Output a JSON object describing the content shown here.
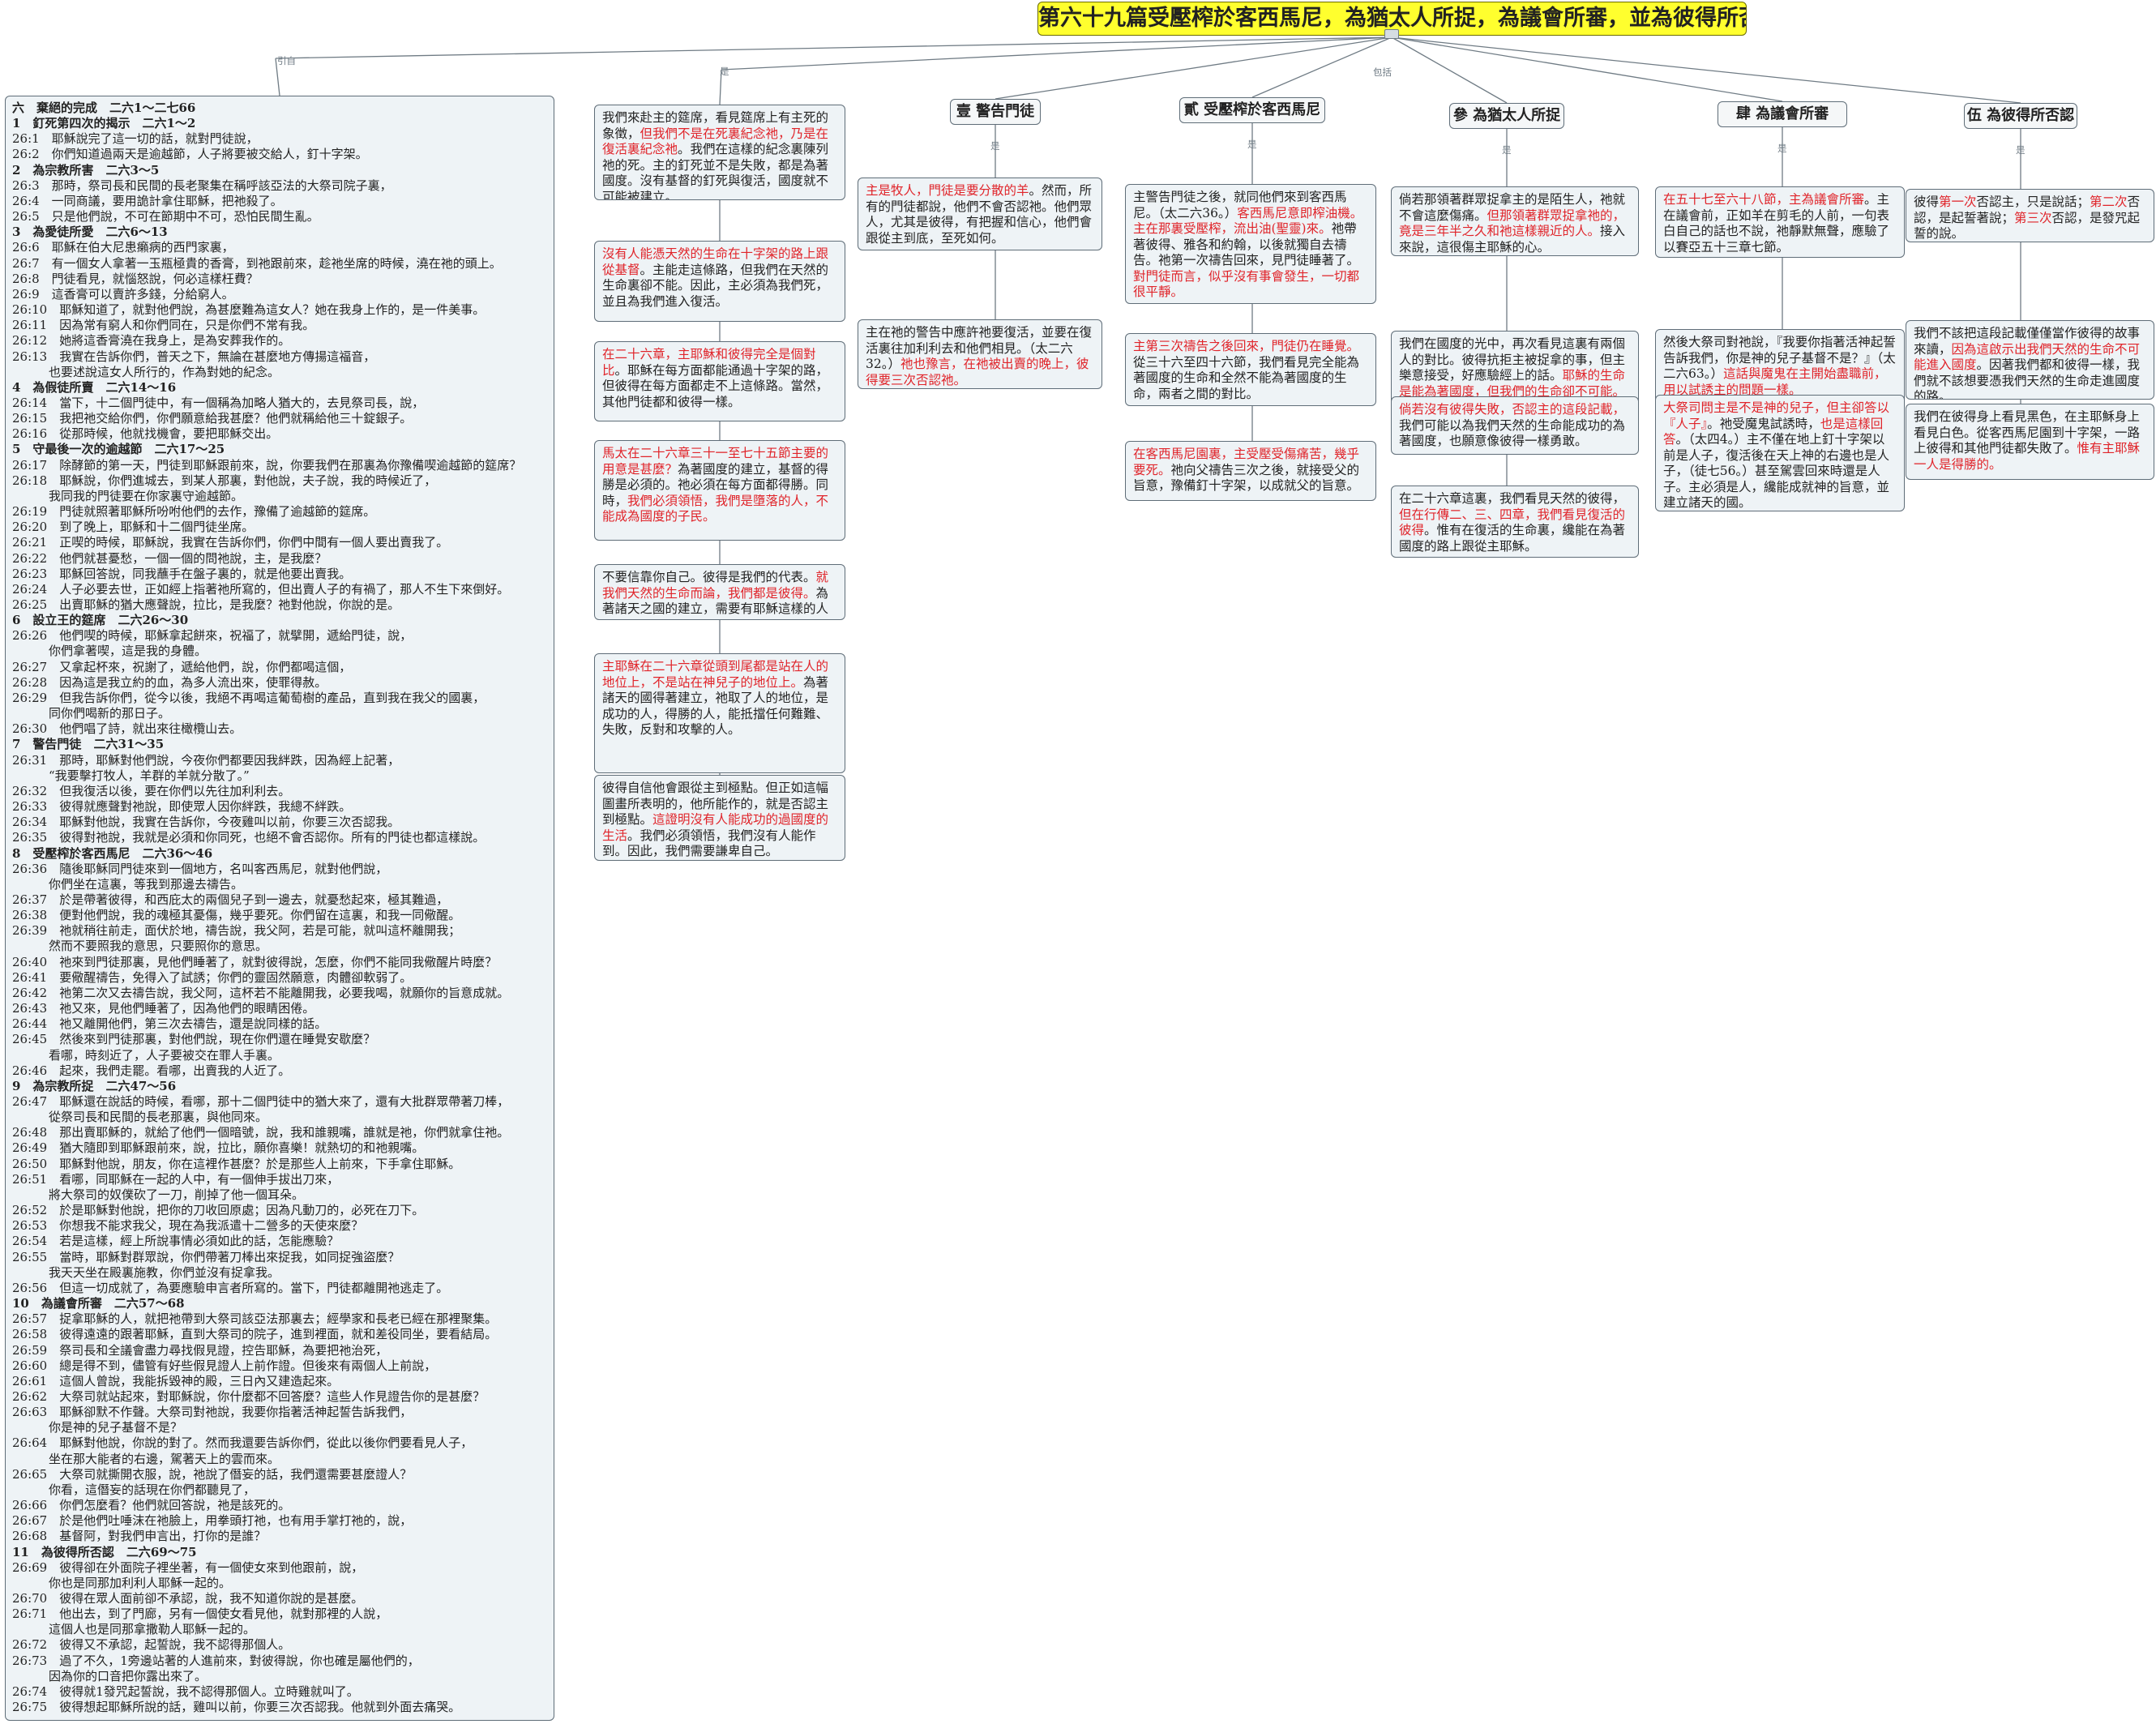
{
  "title": "第六十九篇受壓榨於客西馬尼，為猶太人所捉，為議會所審，並為彼得所否認",
  "edge_labels": {
    "cite": "引自",
    "is": "是",
    "includes": "包括",
    "is_small": "是"
  },
  "outline": [
    {
      "t": "六　棄絕的完成　二六1～二七66",
      "sec": true
    },
    {
      "t": "1　釘死第四次的揭示　二六1～2",
      "sec": true
    },
    {
      "t": "26:1　耶穌說完了這一切的話，就對門徒說，"
    },
    {
      "t": "26:2　你們知道過兩天是逾越節，人子將要被交給人，釘十字架。"
    },
    {
      "t": "2　為宗教所害　二六3～5",
      "sec": true
    },
    {
      "t": "26:3　那時，祭司長和民間的長老聚集在稱呼該亞法的大祭司院子裏，"
    },
    {
      "t": "26:4　一同商議，要用詭計拿住耶穌，把祂殺了。"
    },
    {
      "t": "26:5　只是他們說，不可在節期中不可，恐怕民間生亂。"
    },
    {
      "t": "3　為愛徒所愛　二六6～13",
      "sec": true
    },
    {
      "t": "26:6　耶穌在伯大尼患癩病的西門家裏，"
    },
    {
      "t": "26:7　有一個女人拿著一玉瓶極貴的香膏，到祂跟前來，趁祂坐席的時候，澆在祂的頭上。"
    },
    {
      "t": "26:8　門徒看見，就惱怒說，何必這樣枉費？"
    },
    {
      "t": "26:9　這香膏可以賣許多錢，分給窮人。"
    },
    {
      "t": "26:10　耶穌知道了，就對他們說，為甚麼難為這女人？她在我身上作的，是一件美事。"
    },
    {
      "t": "26:11　因為常有窮人和你們同在，只是你們不常有我。"
    },
    {
      "t": "26:12　她將這香膏澆在我身上，是為安葬我作的。"
    },
    {
      "t": "26:13　我實在告訴你們，普天之下，無論在甚麼地方傳揚這福音，"
    },
    {
      "t": "　　　也要述說這女人所行的，作為對她的紀念。"
    },
    {
      "t": "4　為假徒所賣　二六14～16",
      "sec": true
    },
    {
      "t": "26:14　當下，十二個門徒中，有一個稱為加略人猶大的，去見祭司長，說，"
    },
    {
      "t": "26:15　我把祂交給你們，你們願意給我甚麼？他們就稱給他三十錠銀子。"
    },
    {
      "t": "26:16　從那時候，他就找機會，要把耶穌交出。"
    },
    {
      "t": "5　守最後一次的逾越節　二六17～25",
      "sec": true
    },
    {
      "t": "26:17　除酵節的第一天，門徒到耶穌跟前來，說，你要我們在那裏為你豫備喫逾越節的筵席？"
    },
    {
      "t": "26:18　耶穌說，你們進城去，到某人那裏，對他說，夫子說，我的時候近了，"
    },
    {
      "t": "　　　我同我的門徒要在你家裏守逾越節。"
    },
    {
      "t": "26:19　門徒就照著耶穌所吩咐他們的去作，豫備了逾越節的筵席。"
    },
    {
      "t": "26:20　到了晚上，耶穌和十二個門徒坐席。"
    },
    {
      "t": "26:21　正喫的時候，耶穌說，我實在告訴你們，你們中間有一個人要出賣我了。"
    },
    {
      "t": "26:22　他們就甚憂愁，一個一個的問祂說，主，是我麼？"
    },
    {
      "t": "26:23　耶穌回答說，同我蘸手在盤子裏的，就是他要出賣我。"
    },
    {
      "t": "26:24　人子必要去世，正如經上指著祂所寫的，但出賣人子的有禍了，那人不生下來倒好。"
    },
    {
      "t": "26:25　出賣耶穌的猶大應聲說，拉比，是我麼？祂對他說，你說的是。"
    },
    {
      "t": "6　設立王的筵席　二六26～30",
      "sec": true
    },
    {
      "t": "26:26　他們喫的時候，耶穌拿起餅來，祝福了，就擘開，遞給門徒，說，"
    },
    {
      "t": "　　　你們拿著喫，這是我的身體。"
    },
    {
      "t": "26:27　又拿起杯來，祝謝了，遞給他們，說，你們都喝這個，"
    },
    {
      "t": "26:28　因為這是我立約的血，為多人流出來，使罪得赦。"
    },
    {
      "t": "26:29　但我告訴你們，從今以後，我絕不再喝這葡萄樹的產品，直到我在我父的國裏，"
    },
    {
      "t": "　　　同你們喝新的那日子。"
    },
    {
      "t": "26:30　他們唱了詩，就出來往橄欖山去。"
    },
    {
      "t": "7　警告門徒　二六31～35",
      "sec": true
    },
    {
      "t": "26:31　那時，耶穌對他們說，今夜你們都要因我絆跌，因為經上記著，"
    },
    {
      "t": "　　　“我要擊打牧人，羊群的羊就分散了。”"
    },
    {
      "t": "26:32　但我復活以後，要在你們以先往加利利去。"
    },
    {
      "t": "26:33　彼得就應聲對祂說，即使眾人因你絆跌，我總不絆跌。"
    },
    {
      "t": "26:34　耶穌對他說，我實在告訴你，今夜雞叫以前，你要三次否認我。"
    },
    {
      "t": "26:35　彼得對祂說，我就是必須和你同死，也絕不會否認你。所有的門徒也都這樣說。"
    },
    {
      "t": "8　受壓榨於客西馬尼　二六36～46",
      "sec": true
    },
    {
      "t": "26:36　隨後耶穌同門徒來到一個地方，名叫客西馬尼，就對他們說，"
    },
    {
      "t": "　　　你們坐在這裏，等我到那邊去禱告。"
    },
    {
      "t": "26:37　於是帶著彼得，和西庇太的兩個兒子到一邊去，就憂愁起來，極其難過，"
    },
    {
      "t": "26:38　便對他們說，我的魂極其憂傷，幾乎要死。你們留在這裏，和我一同儆醒。"
    },
    {
      "t": "26:39　祂就稍往前走，面伏於地，禱告說，我父阿，若是可能，就叫這杯離開我；"
    },
    {
      "t": "　　　然而不要照我的意思，只要照你的意思。"
    },
    {
      "t": "26:40　祂來到門徒那裏，見他們睡著了，就對彼得說，怎麼，你們不能同我儆醒片時麼？"
    },
    {
      "t": "26:41　要儆醒禱告，免得入了試誘；你們的靈固然願意，肉體卻軟弱了。"
    },
    {
      "t": "26:42　祂第二次又去禱告說，我父阿，這杯若不能離開我，必要我喝，就願你的旨意成就。"
    },
    {
      "t": "26:43　祂又來，見他們睡著了，因為他們的眼睛困倦。"
    },
    {
      "t": "26:44　祂又離開他們，第三次去禱告，還是說同樣的話。"
    },
    {
      "t": "26:45　然後來到門徒那裏，對他們說，現在你們還在睡覺安歇麼？"
    },
    {
      "t": "　　　看哪，時刻近了，人子要被交在罪人手裏。"
    },
    {
      "t": "26:46　起來，我們走罷。看哪，出賣我的人近了。"
    },
    {
      "t": "9　為宗教所捉　二六47～56",
      "sec": true
    },
    {
      "t": "26:47　耶穌還在說話的時候，看哪，那十二個門徒中的猶大來了，還有大批群眾帶著刀棒，"
    },
    {
      "t": "　　　從祭司長和民間的長老那裏，與他同來。"
    },
    {
      "t": "26:48　那出賣耶穌的，就給了他們一個暗號，說，我和誰親嘴，誰就是祂，你們就拿住祂。"
    },
    {
      "t": "26:49　猶大隨即到耶穌跟前來，說，拉比，願你喜樂！就熱切的和祂親嘴。"
    },
    {
      "t": "26:50　耶穌對他說，朋友，你在這裡作甚麼？於是那些人上前來，下手拿住耶穌。"
    },
    {
      "t": "26:51　看哪，同耶穌在一起的人中，有一個伸手拔出刀來，"
    },
    {
      "t": "　　　將大祭司的奴僕砍了一刀，削掉了他一個耳朵。"
    },
    {
      "t": "26:52　於是耶穌對他說，把你的刀收回原處；因為凡動刀的，必死在刀下。"
    },
    {
      "t": "26:53　你想我不能求我父，現在為我派遣十二營多的天使來麼？"
    },
    {
      "t": "26:54　若是這樣，經上所說事情必須如此的話，怎能應驗？"
    },
    {
      "t": "26:55　當時，耶穌對群眾說，你們帶著刀棒出來捉我，如同捉強盜麼？"
    },
    {
      "t": "　　　我天天坐在殿裏施教，你們並沒有捉拿我。"
    },
    {
      "t": "26:56　但這一切成就了，為要應驗申言者所寫的。當下，門徒都離開祂逃走了。"
    },
    {
      "t": "10　為議會所審　二六57～68",
      "sec": true
    },
    {
      "t": "26:57　捉拿耶穌的人，就把祂帶到大祭司該亞法那裏去；經學家和長老已經在那裡聚集。"
    },
    {
      "t": "26:58　彼得遠遠的跟著耶穌，直到大祭司的院子，進到裡面，就和差役同坐，要看結局。"
    },
    {
      "t": "26:59　祭司長和全議會盡力尋找假見證，控告耶穌，為要把祂治死，"
    },
    {
      "t": "26:60　總是得不到，儘管有好些假見證人上前作證。但後來有兩個人上前說，"
    },
    {
      "t": "26:61　這個人曾說，我能拆毀神的殿，三日內又建造起來。"
    },
    {
      "t": "26:62　大祭司就站起來，對耶穌說，你什麼都不回答麼？這些人作見證告你的是甚麼？"
    },
    {
      "t": "26:63　耶穌卻默不作聲。大祭司對祂說，我要你指著活神起誓告訴我們，"
    },
    {
      "t": "　　　你是神的兒子基督不是？"
    },
    {
      "t": "26:64　耶穌對他說，你說的對了。然而我還要告訴你們，從此以後你們要看見人子，"
    },
    {
      "t": "　　　坐在那大能者的右邊，駕著天上的雲而來。"
    },
    {
      "t": "26:65　大祭司就撕開衣服，說，祂說了僭妄的話，我們還需要甚麼證人？"
    },
    {
      "t": "　　　你看，這僭妄的話現在你們都聽見了，"
    },
    {
      "t": "26:66　你們怎麼看？他們就回答說，祂是該死的。"
    },
    {
      "t": "26:67　於是他們吐唾沫在祂臉上，用拳頭打祂，也有用手掌打祂的，說，"
    },
    {
      "t": "26:68　基督阿，對我們申言出，打你的是誰？"
    },
    {
      "t": "11　為彼得所否認　二六69～75",
      "sec": true
    },
    {
      "t": "26:69　彼得卻在外面院子裡坐著，有一個使女來到他跟前，說，"
    },
    {
      "t": "　　　你也是同那加利利人耶穌一起的。"
    },
    {
      "t": "26:70　彼得在眾人面前卻不承認，說，我不知道你說的是甚麼。"
    },
    {
      "t": "26:71　他出去，到了門廊，另有一個使女看見他，就對那裡的人說，"
    },
    {
      "t": "　　　這個人也是同那拿撒勒人耶穌一起的。"
    },
    {
      "t": "26:72　彼得又不承認，起誓說，我不認得那個人。"
    },
    {
      "t": "26:73　過了不久，1旁邊站著的人進前來，對彼得說，你也確是屬他們的，"
    },
    {
      "t": "　　　因為你的口音把你露出來了。"
    },
    {
      "t": "26:74　彼得就1發咒起誓說，我不認得那個人。立時雞就叫了。"
    },
    {
      "t": "26:75　彼得想起耶穌所說的話，雞叫以前，你要三次否認我。他就到外面去痛哭。"
    }
  ],
  "column_is": [
    [
      {
        "t": "我們來赴主的筵席，看見筵席上有主死的象徵，"
      },
      {
        "t": "但我們不是在死裏紀念祂，乃是在復活裏紀念祂",
        "r": true
      },
      {
        "t": "。我們在這樣的紀念裏陳列祂的死。主的釘死並不是失敗，都是為著國度。沒有基督的釘死與復活，國度就不可能被建立。"
      }
    ],
    [
      {
        "t": "沒有人能憑天然的生命在十字架的路上跟從基督",
        "r": true
      },
      {
        "t": "。主能走這條路，但我們在天然的生命裏卻不能。因此，主必須為我們死，並且為我們進入復活。"
      }
    ],
    [
      {
        "t": "在二十六章，主耶穌和彼得完全是個對比",
        "r": true
      },
      {
        "t": "。耶穌在每方面都能通過十字架的路，但彼得在每方面都走不上這條路。當然，其他門徒都和彼得一樣。"
      }
    ],
    [
      {
        "t": "馬太在二十六章三十一至七十五節主要的用意是甚麼？",
        "r": true
      },
      {
        "t": "為著國度的建立，基督的得勝是必須的。祂必須在每方面都得勝。同時，"
      },
      {
        "t": "我們必須領悟，我們是墮落的人，不能成為國度的子民。",
        "r": true
      }
    ],
    [
      {
        "t": "不要信靠你自己。彼得是我們的代表。"
      },
      {
        "t": "就我們天然的生命而論，我們都是彼得。",
        "r": true
      },
      {
        "t": "為著諸天之國的建立，需要有耶穌這樣的人"
      }
    ],
    [
      {
        "t": "主耶穌在二十六章從頭到尾都是站在人的地位上，不是站在神兒子的地位上。",
        "r": true
      },
      {
        "t": "為著諸天的國得著建立，祂取了人的地位，是成功的人，得勝的人，能抵擋任何難難、失敗，反對和攻擊的人。"
      }
    ],
    [
      {
        "t": "彼得自信他會跟從主到極點。但正如這幅圖畫所表明的，他所能作的，就是否認主到極點。"
      },
      {
        "t": "這證明沒有人能成功的過國度的生活",
        "r": true
      },
      {
        "t": "。我們必須領悟，我們沒有人能作到。因此，我們需要謙卑自己。"
      }
    ]
  ],
  "branches": [
    {
      "head": "壹 警告門徒",
      "notes": [
        [
          {
            "t": "主是牧人，門徒是要分散的羊",
            "r": true
          },
          {
            "t": "。然而，所有的門徒都說，他們不會否認祂。他們眾人，尤其是彼得，有把握和信心，他們會跟從主到底，至死如何。"
          }
        ],
        [
          {
            "t": "主在祂的警告中應許祂要復活，並要在復活裏往加利利去和他們相見。（太二六32。）"
          },
          {
            "t": "祂也豫言，在祂被出賣的晚上，彼得要三次否認祂。",
            "r": true
          }
        ]
      ]
    },
    {
      "head": "貳 受壓榨於客西馬尼",
      "notes": [
        [
          {
            "t": "主警告門徒之後，就同他們來到客西馬尼。（太二六36。）"
          },
          {
            "t": "客西馬尼意即榨油機。主在那裏受壓榨，流出油(聖靈)來。",
            "r": true
          },
          {
            "t": "祂帶著彼得、雅各和約翰，以後就獨自去禱告。祂第一次禱告回來，見門徒睡著了。"
          },
          {
            "t": "對門徒而言，似乎沒有事會發生，一切都很平靜。",
            "r": true
          }
        ],
        [
          {
            "t": "主第三次禱告之後回來，門徒仍在睡覺。",
            "r": true
          },
          {
            "t": "從三十六至四十六節，我們看見完全能為著國度的生命和全然不能為著國度的生命，兩者之間的對比。"
          }
        ],
        [
          {
            "t": "在客西馬尼園裏，主受壓受傷痛苦，幾乎要死。",
            "r": true
          },
          {
            "t": "祂向父禱告三次之後，就接受父的旨意，豫備釘十字架，以成就父的旨意。"
          }
        ]
      ]
    },
    {
      "head": "參 為猶太人所捉",
      "notes": [
        [
          {
            "t": "倘若那領著群眾捉拿主的是陌生人，祂就不會這麼傷痛。"
          },
          {
            "t": "但那領著群眾捉拿祂的，竟是三年半之久和祂這樣親近的人。",
            "r": true
          },
          {
            "t": "接入來說，這很傷主耶穌的心。"
          }
        ],
        [
          {
            "t": "我們在國度的光中，再次看見這裏有兩個人的對比。彼得抗拒主被捉拿的事，但主樂意接受，好應驗經上的話。"
          },
          {
            "t": "耶穌的生命是能為著國度，但我們的生命卻不可能。",
            "r": true
          }
        ],
        [
          {
            "t": "倘若沒有彼得失敗，否認主的這段記載，",
            "r": true
          },
          {
            "t": "我們可能以為我們天然的生命能成功的為著國度，也願意像彼得一樣勇敢。"
          }
        ],
        [
          {
            "t": "在二十六章這裏，我們看見天然的彼得，"
          },
          {
            "t": "但在行傳二、三、四章，我們看見復活的彼得",
            "r": true
          },
          {
            "t": "。惟有在復活的生命裏，纔能在為著國度的路上跟從主耶穌。"
          }
        ]
      ]
    },
    {
      "head": "肆 為議會所審",
      "notes": [
        [
          {
            "t": "在五十七至六十八節，主為議會所審",
            "r": true
          },
          {
            "t": "。主在議會前，正如羊在剪毛的人前，一句表白自己的話也不說，祂靜默無聲，應驗了以賽亞五十三章七節。"
          }
        ],
        [
          {
            "t": "然後大祭司對祂說，『我要你指著活神起誓告訴我們，你是神的兒子基督不是？』（太二六63。）"
          },
          {
            "t": "這話與魔鬼在主開始盡職前，用以試誘主的問題一樣。",
            "r": true
          }
        ],
        [
          {
            "t": "大祭司問主是不是神的兒子，但主卻答以『人子』",
            "r": true
          },
          {
            "t": "。祂受魔鬼試誘時，"
          },
          {
            "t": "也是這樣回答",
            "r": true
          },
          {
            "t": "。（太四4。）主不僅在地上釘十字架以前是人子，復活後在天上神的右邊也是人子，（徒七56。）甚至駕雲回來時還是人子。主必須是人，纔能成就神的旨意，並建立諸天的國。"
          }
        ]
      ]
    },
    {
      "head": "伍 為彼得所否認",
      "notes": [
        [
          {
            "t": "彼得"
          },
          {
            "t": "第一次",
            "r": true
          },
          {
            "t": "否認主，只是說話；"
          },
          {
            "t": "第二次",
            "r": true
          },
          {
            "t": "否認，是起誓著說；"
          },
          {
            "t": "第三次",
            "r": true
          },
          {
            "t": "否認，是發咒起誓的說。"
          }
        ],
        [
          {
            "t": "我們不該把這段記載僅僅當作彼得的故事來讀，"
          },
          {
            "t": "因為這啟示出我們天然的生命不可能進入國度",
            "r": true
          },
          {
            "t": "。因著我們都和彼得一樣，我們就不該想要憑我們天然的生命走進國度的路。"
          }
        ],
        [
          {
            "t": "我們在彼得身上看見黑色，在主耶穌身上看見白色。從客西馬尼園到十字架，一路上彼得和其他門徒都失敗了。"
          },
          {
            "t": "惟有主耶穌一人是得勝的。",
            "r": true
          }
        ]
      ]
    }
  ]
}
